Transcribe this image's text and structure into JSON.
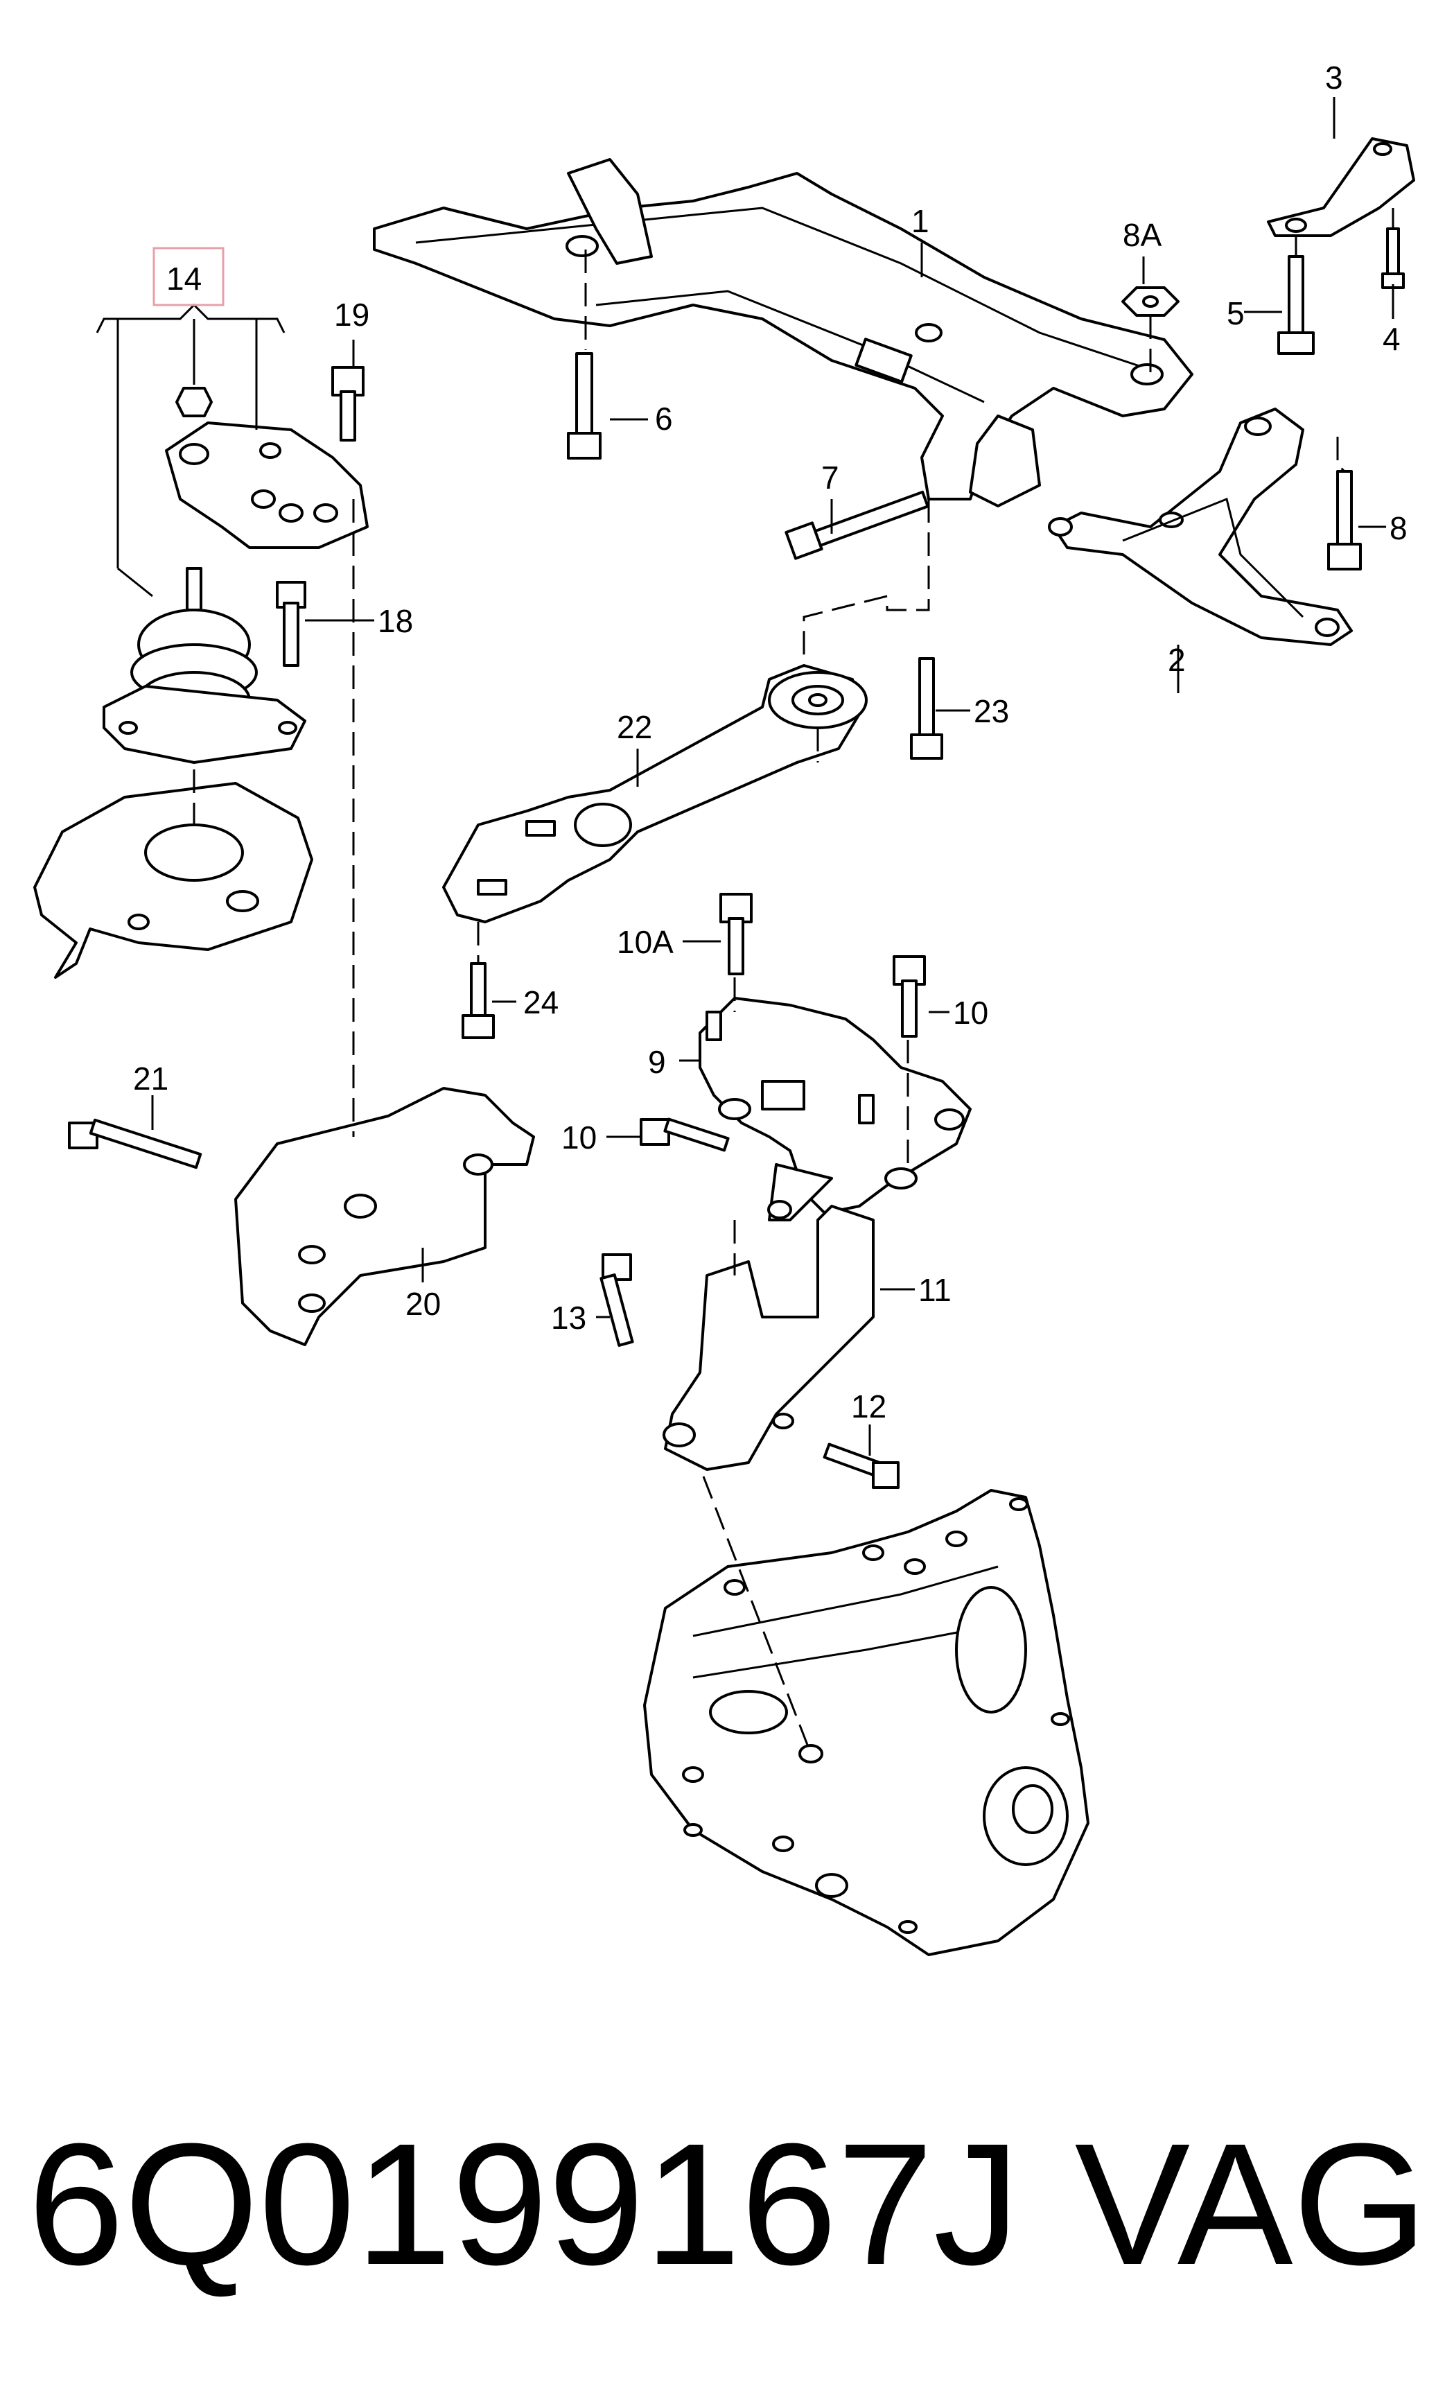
{
  "callouts": {
    "c1": "1",
    "c2": "2",
    "c3": "3",
    "c4": "4",
    "c5": "5",
    "c6": "6",
    "c7": "7",
    "c8": "8",
    "c8a": "8A",
    "c9": "9",
    "c10": "10",
    "c10a": "10A",
    "c10b": "10",
    "c11": "11",
    "c12": "12",
    "c13": "13",
    "c14": "14",
    "c18": "18",
    "c19": "19",
    "c20": "20",
    "c21": "21",
    "c22": "22",
    "c23": "23",
    "c24": "24"
  },
  "highlighted_callout": "14",
  "highlight_color": "#e8a0a8",
  "footer": {
    "part_number": "6Q0199167J",
    "brand": "VAG"
  }
}
